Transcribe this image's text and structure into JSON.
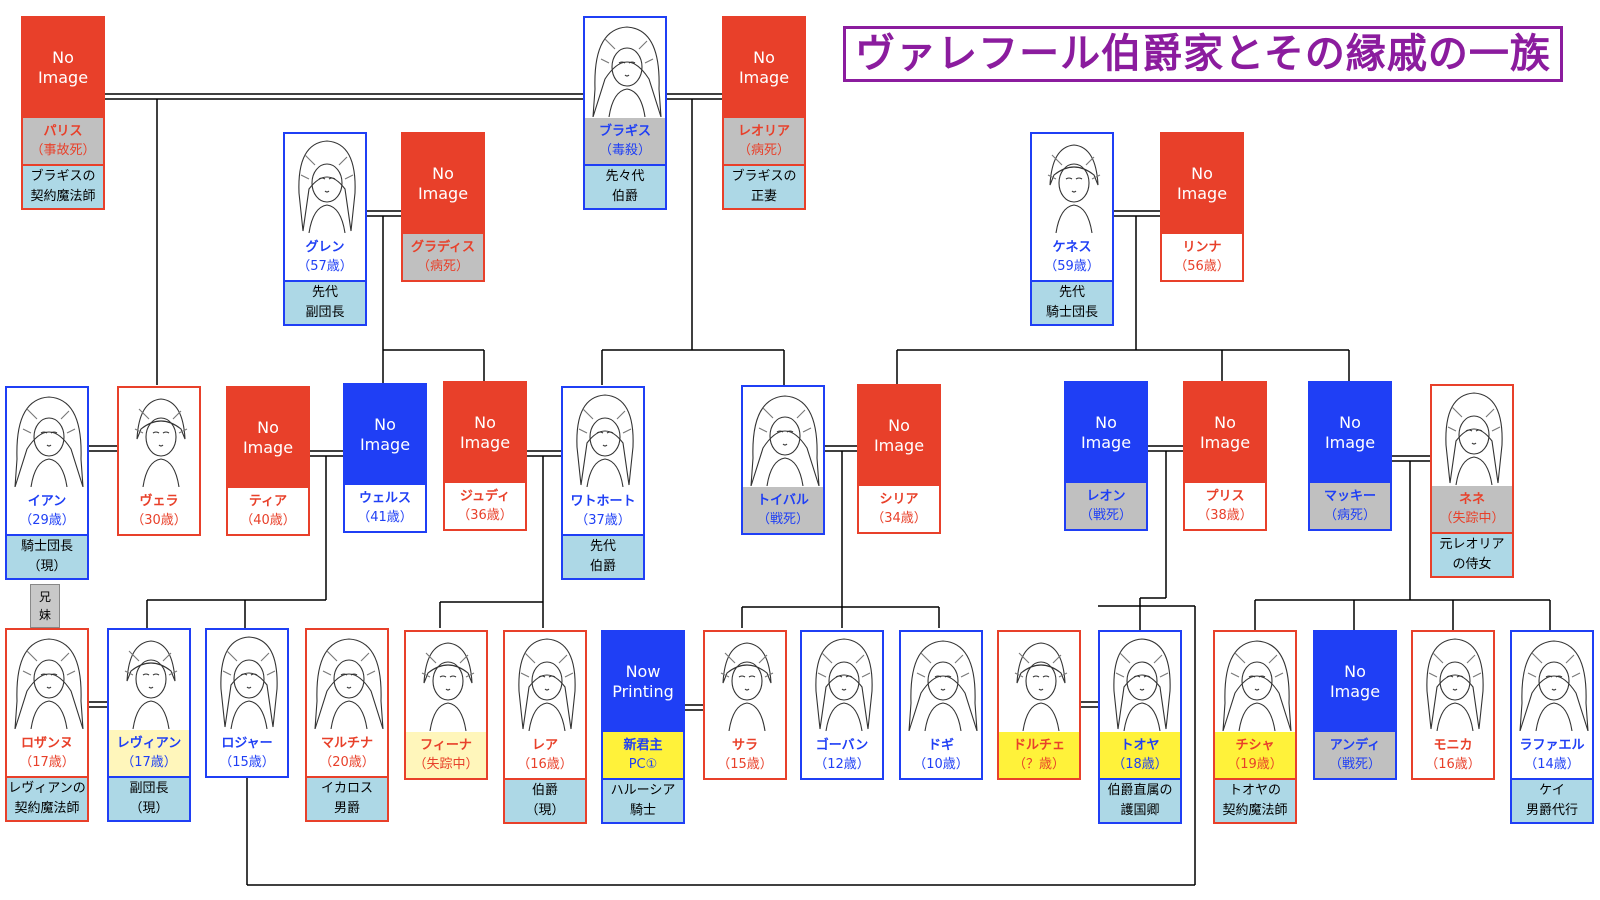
{
  "title": "ヴァレフール伯爵家とその縁戚の一族",
  "sibling_label": "兄\n妹",
  "cards": [
    {
      "id": "paris",
      "img": "No\nImage",
      "imgType": "ni-red",
      "border": "bred",
      "name": "パリス",
      "sub": "（事故死）",
      "nameBg": "g",
      "nameColor": "tred",
      "role": "ブラギスの\n契約魔法師"
    },
    {
      "id": "blagis",
      "img": "sketch",
      "border": "bblue",
      "name": "ブラギス",
      "sub": "（毒殺）",
      "nameBg": "g",
      "nameColor": "tblue",
      "role": "先々代\n伯爵"
    },
    {
      "id": "leoria",
      "img": "No\nImage",
      "imgType": "ni-red",
      "border": "bred",
      "name": "レオリア",
      "sub": "（病死）",
      "nameBg": "g",
      "nameColor": "tred",
      "role": "ブラギスの\n正妻"
    },
    {
      "id": "glen",
      "img": "sketch",
      "border": "bblue",
      "name": "グレン",
      "sub": "（57歳）",
      "nameBg": "w",
      "nameColor": "tblue",
      "role": "先代\n副団長"
    },
    {
      "id": "gladis",
      "img": "No\nImage",
      "imgType": "ni-red",
      "border": "bred",
      "name": "グラディス",
      "sub": "（病死）",
      "nameBg": "g",
      "nameColor": "tred",
      "role": ""
    },
    {
      "id": "kenneth",
      "img": "sketch",
      "border": "bblue",
      "name": "ケネス",
      "sub": "（59歳）",
      "nameBg": "w",
      "nameColor": "tblue",
      "role": "先代\n騎士団長"
    },
    {
      "id": "linna",
      "img": "No\nImage",
      "imgType": "ni-red",
      "border": "bred",
      "name": "リンナ",
      "sub": "（56歳）",
      "nameBg": "w",
      "nameColor": "tred",
      "role": ""
    },
    {
      "id": "ian",
      "img": "sketch",
      "border": "bblue",
      "name": "イアン",
      "sub": "（29歳）",
      "nameBg": "w",
      "nameColor": "tblue",
      "role": "騎士団長\n（現）"
    },
    {
      "id": "vera",
      "img": "sketch",
      "border": "bred",
      "name": "ヴェラ",
      "sub": "（30歳）",
      "nameBg": "w",
      "nameColor": "tred",
      "role": ""
    },
    {
      "id": "tia",
      "img": "No\nImage",
      "imgType": "ni-red",
      "border": "bred",
      "name": "ティア",
      "sub": "（40歳）",
      "nameBg": "w",
      "nameColor": "tred",
      "role": ""
    },
    {
      "id": "wells",
      "img": "No\nImage",
      "imgType": "ni-blue",
      "border": "bblue",
      "name": "ウェルス",
      "sub": "（41歳）",
      "nameBg": "w",
      "nameColor": "tblue",
      "role": ""
    },
    {
      "id": "judy",
      "img": "No\nImage",
      "imgType": "ni-red",
      "border": "bred",
      "name": "ジュディ",
      "sub": "（36歳）",
      "nameBg": "w",
      "nameColor": "tred",
      "role": ""
    },
    {
      "id": "wathort",
      "img": "sketch",
      "border": "bblue",
      "name": "ワトホート",
      "sub": "（37歳）",
      "nameBg": "w",
      "nameColor": "tblue",
      "role": "先代\n伯爵"
    },
    {
      "id": "toibal",
      "img": "sketch",
      "border": "bblue",
      "name": "トイバル",
      "sub": "（戦死）",
      "nameBg": "g",
      "nameColor": "tblue",
      "role": ""
    },
    {
      "id": "silia",
      "img": "No\nImage",
      "imgType": "ni-red",
      "border": "bred",
      "name": "シリア",
      "sub": "（34歳）",
      "nameBg": "w",
      "nameColor": "tred",
      "role": ""
    },
    {
      "id": "leon",
      "img": "No\nImage",
      "imgType": "ni-blue",
      "border": "bblue",
      "name": "レオン",
      "sub": "（戦死）",
      "nameBg": "g",
      "nameColor": "tblue",
      "role": ""
    },
    {
      "id": "pris",
      "img": "No\nImage",
      "imgType": "ni-red",
      "border": "bred",
      "name": "プリス",
      "sub": "（38歳）",
      "nameBg": "w",
      "nameColor": "tred",
      "role": ""
    },
    {
      "id": "mackey",
      "img": "No\nImage",
      "imgType": "ni-blue",
      "border": "bblue",
      "name": "マッキー",
      "sub": "（病死）",
      "nameBg": "g",
      "nameColor": "tblue",
      "role": ""
    },
    {
      "id": "nene",
      "img": "sketch",
      "border": "bred",
      "name": "ネネ",
      "sub": "（失踪中）",
      "nameBg": "g",
      "nameColor": "tred",
      "role": "元レオリア\nの侍女"
    },
    {
      "id": "rosanne",
      "img": "sketch",
      "border": "bred",
      "name": "ロザンヌ",
      "sub": "（17歳）",
      "nameBg": "w",
      "nameColor": "tred",
      "role": "レヴィアンの\n契約魔法師"
    },
    {
      "id": "levian",
      "img": "sketch",
      "border": "bblue",
      "name": "レヴィアン",
      "sub": "（17歳）",
      "nameBg": "c",
      "nameColor": "tblue",
      "role": "副団長\n（現）"
    },
    {
      "id": "roger",
      "img": "sketch",
      "border": "bblue",
      "name": "ロジャー",
      "sub": "（15歳）",
      "nameBg": "w",
      "nameColor": "tblue",
      "role": ""
    },
    {
      "id": "martina",
      "img": "sketch",
      "border": "bred",
      "name": "マルチナ",
      "sub": "（20歳）",
      "nameBg": "w",
      "nameColor": "tred",
      "role": "イカロス\n男爵"
    },
    {
      "id": "fina",
      "img": "sketch",
      "border": "bred",
      "name": "フィーナ",
      "sub": "（失踪中）",
      "nameBg": "c",
      "nameColor": "tred",
      "role": ""
    },
    {
      "id": "rea",
      "img": "sketch",
      "border": "bred",
      "name": "レア",
      "sub": "（16歳）",
      "nameBg": "w",
      "nameColor": "tred",
      "role": "伯爵\n（現）"
    },
    {
      "id": "newlord",
      "img": "Now\nPrinting",
      "imgType": "ni-blue",
      "border": "bblue",
      "name": "新君主",
      "sub": "PC①",
      "nameBg": "y",
      "nameColor": "tdark",
      "role": "ハルーシア\n騎士"
    },
    {
      "id": "sara",
      "img": "sketch",
      "border": "bred",
      "name": "サラ",
      "sub": "（15歳）",
      "nameBg": "w",
      "nameColor": "tred",
      "role": ""
    },
    {
      "id": "goban",
      "img": "sketch",
      "border": "bblue",
      "name": "ゴーバン",
      "sub": "（12歳）",
      "nameBg": "w",
      "nameColor": "tblue",
      "role": ""
    },
    {
      "id": "dogi",
      "img": "sketch",
      "border": "bblue",
      "name": "ドギ",
      "sub": "（10歳）",
      "nameBg": "w",
      "nameColor": "tblue",
      "role": ""
    },
    {
      "id": "dolce",
      "img": "sketch",
      "border": "bred",
      "name": "ドルチェ",
      "sub": "（？歳）",
      "nameBg": "y",
      "nameColor": "tred",
      "role": ""
    },
    {
      "id": "toya",
      "img": "sketch",
      "border": "bblue",
      "name": "トオヤ",
      "sub": "（18歳）",
      "nameBg": "y",
      "nameColor": "tblue",
      "role": "伯爵直属の\n護国卿"
    },
    {
      "id": "chisha",
      "img": "sketch",
      "border": "bred",
      "name": "チシャ",
      "sub": "（19歳）",
      "nameBg": "y",
      "nameColor": "tred",
      "role": "トオヤの\n契約魔法師"
    },
    {
      "id": "andy",
      "img": "No\nImage",
      "imgType": "ni-blue",
      "border": "bblue",
      "name": "アンディ",
      "sub": "（戦死）",
      "nameBg": "g",
      "nameColor": "tblue",
      "role": ""
    },
    {
      "id": "monica",
      "img": "sketch",
      "border": "bred",
      "name": "モニカ",
      "sub": "（16歳）",
      "nameBg": "w",
      "nameColor": "tred",
      "role": ""
    },
    {
      "id": "raphael",
      "img": "sketch",
      "border": "bblue",
      "name": "ラファエル",
      "sub": "（14歳）",
      "nameBg": "w",
      "nameColor": "tblue",
      "role": "ケイ\n男爵代行"
    }
  ]
}
